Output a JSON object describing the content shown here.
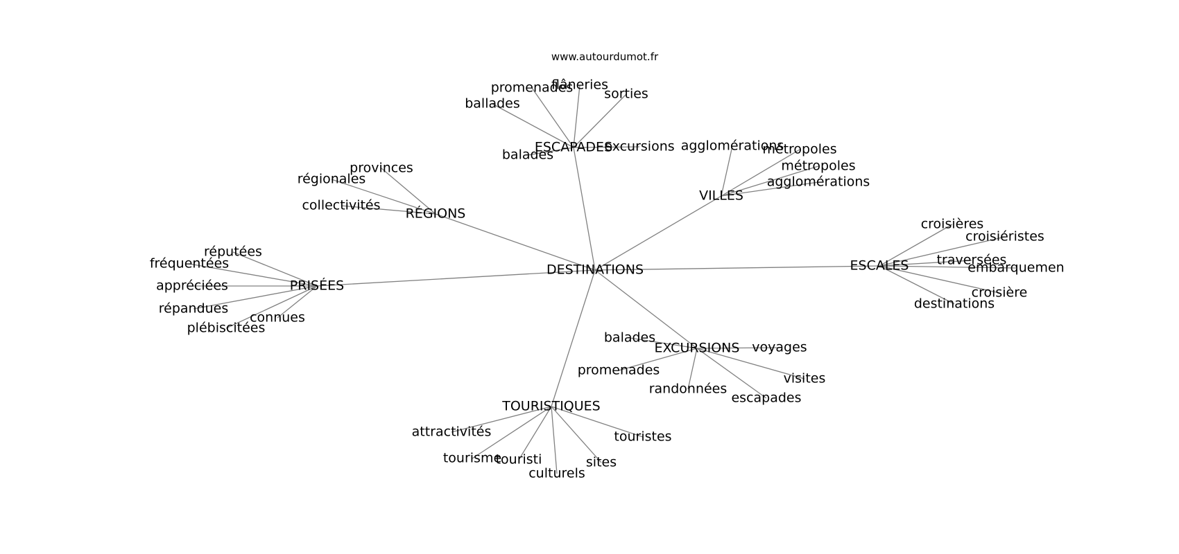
{
  "source": "www.autourdumot.fr",
  "graph": {
    "center": "DESTINATIONS",
    "branches": [
      {
        "label": "ESCAPADES",
        "leaves": [
          "ballades",
          "promenades",
          "flâneries",
          "sorties",
          "excursions",
          "balades"
        ]
      },
      {
        "label": "VILLES",
        "leaves": [
          "agglomérations",
          "métropoles",
          "métropoles",
          "agglomérations"
        ]
      },
      {
        "label": "RÉGIONS",
        "leaves": [
          "provinces",
          "régionales",
          "collectivités"
        ]
      },
      {
        "label": "PRISÉES",
        "leaves": [
          "réputées",
          "fréquentées",
          "appréciées",
          "répandues",
          "plébiscitées",
          "connues"
        ]
      },
      {
        "label": "ESCALES",
        "leaves": [
          "croisières",
          "croisiéristes",
          "traversées",
          "embarquemen",
          "croisière",
          "destinations"
        ]
      },
      {
        "label": "EXCURSIONS",
        "leaves": [
          "balades",
          "voyages",
          "promenades",
          "randonnées",
          "visites",
          "escapades"
        ]
      },
      {
        "label": "TOURISTIQUES",
        "leaves": [
          "attractivités",
          "tourisme",
          "touristi",
          "culturels",
          "sites",
          "touristes"
        ]
      }
    ]
  }
}
